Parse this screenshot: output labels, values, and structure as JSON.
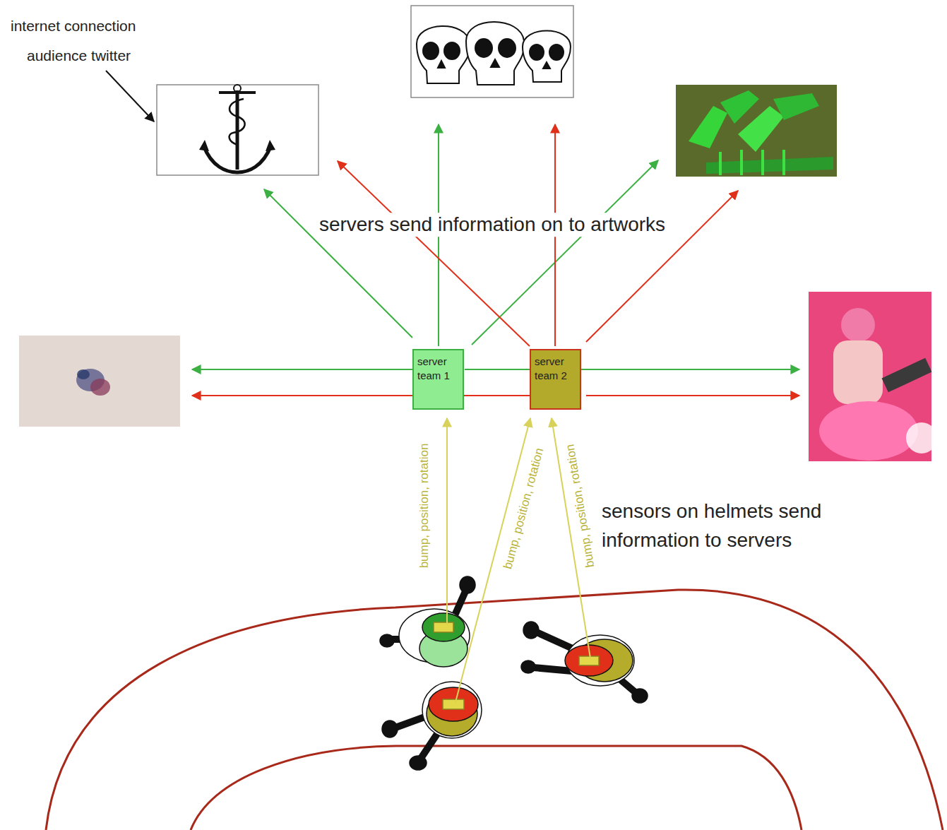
{
  "diagram": {
    "nodes": [
      {
        "text": [
          "server team 1"
        ]
      },
      {
        "text": [
          "server team 2"
        ]
      }
    ],
    "labels": [
      "internet connection",
      "audience twitter",
      "servers send information on to artworks",
      "bump, position, rotation",
      "bump, position, rotation",
      "bump, position, rotation",
      "sensors on helmets send information to servers"
    ]
  }
}
